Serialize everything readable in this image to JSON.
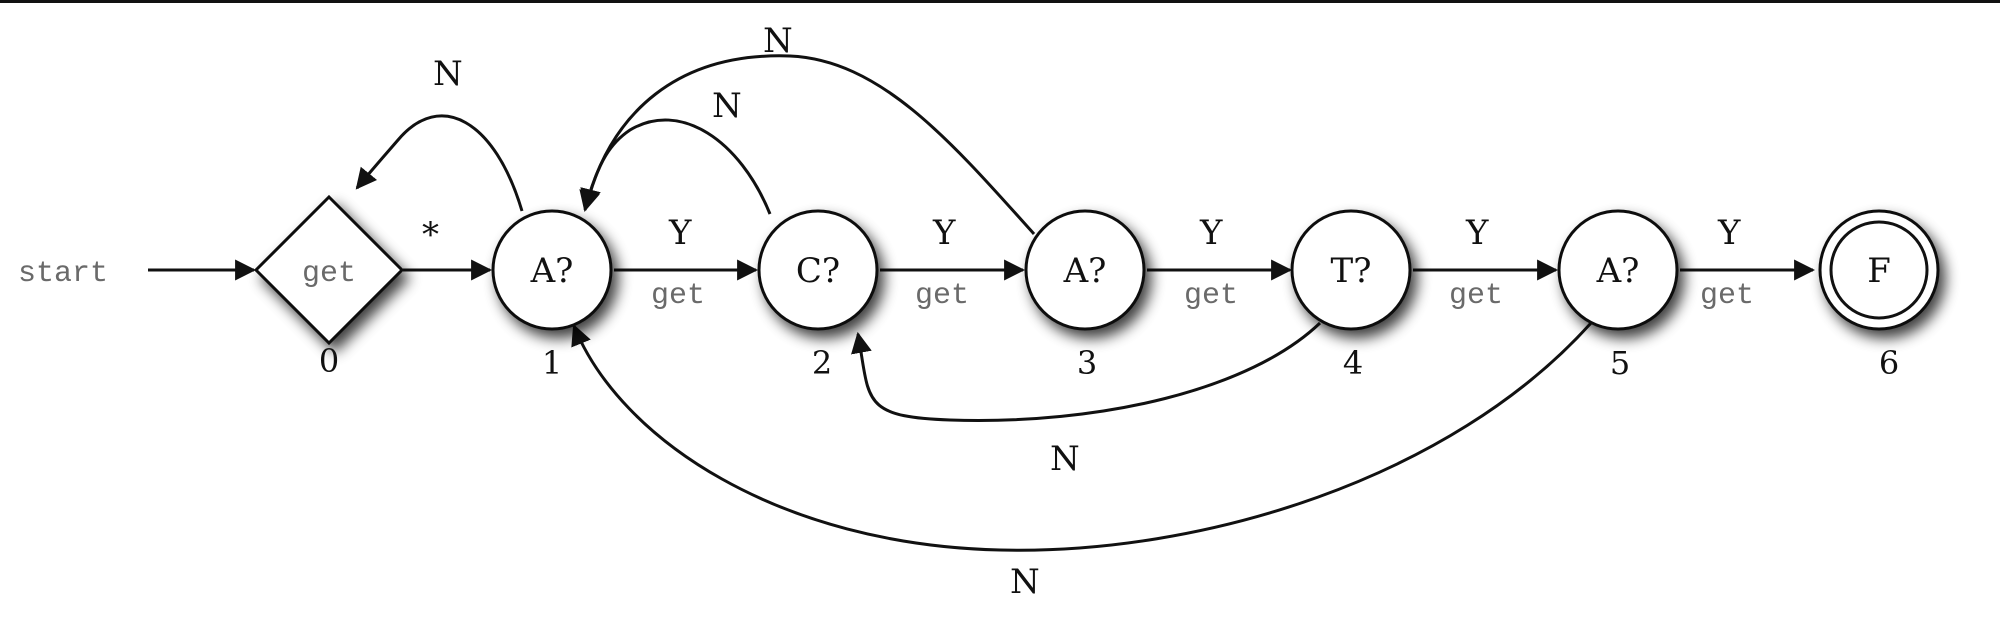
{
  "diagram": {
    "start_label": "start",
    "nodes": [
      {
        "id": "0",
        "shape": "diamond",
        "text": "get",
        "index": "0"
      },
      {
        "id": "1",
        "shape": "circle",
        "text": "A?",
        "index": "1"
      },
      {
        "id": "2",
        "shape": "circle",
        "text": "C?",
        "index": "2"
      },
      {
        "id": "3",
        "shape": "circle",
        "text": "A?",
        "index": "3"
      },
      {
        "id": "4",
        "shape": "circle",
        "text": "T?",
        "index": "4"
      },
      {
        "id": "5",
        "shape": "circle",
        "text": "A?",
        "index": "5"
      },
      {
        "id": "6",
        "shape": "double-circle",
        "text": "F",
        "index": "6"
      }
    ],
    "edges": [
      {
        "from": "start",
        "to": "0",
        "label": ""
      },
      {
        "from": "0",
        "to": "1",
        "label": "*"
      },
      {
        "from": "1",
        "to": "0",
        "label": "N"
      },
      {
        "from": "1",
        "to": "2",
        "label": "Y",
        "action": "get"
      },
      {
        "from": "2",
        "to": "1",
        "label": "N"
      },
      {
        "from": "2",
        "to": "3",
        "label": "Y",
        "action": "get"
      },
      {
        "from": "3",
        "to": "1",
        "label": "N"
      },
      {
        "from": "3",
        "to": "4",
        "label": "Y",
        "action": "get"
      },
      {
        "from": "4",
        "to": "2",
        "label": "N"
      },
      {
        "from": "4",
        "to": "5",
        "label": "Y",
        "action": "get"
      },
      {
        "from": "5",
        "to": "1",
        "label": "N"
      },
      {
        "from": "5",
        "to": "6",
        "label": "Y",
        "action": "get"
      }
    ]
  }
}
